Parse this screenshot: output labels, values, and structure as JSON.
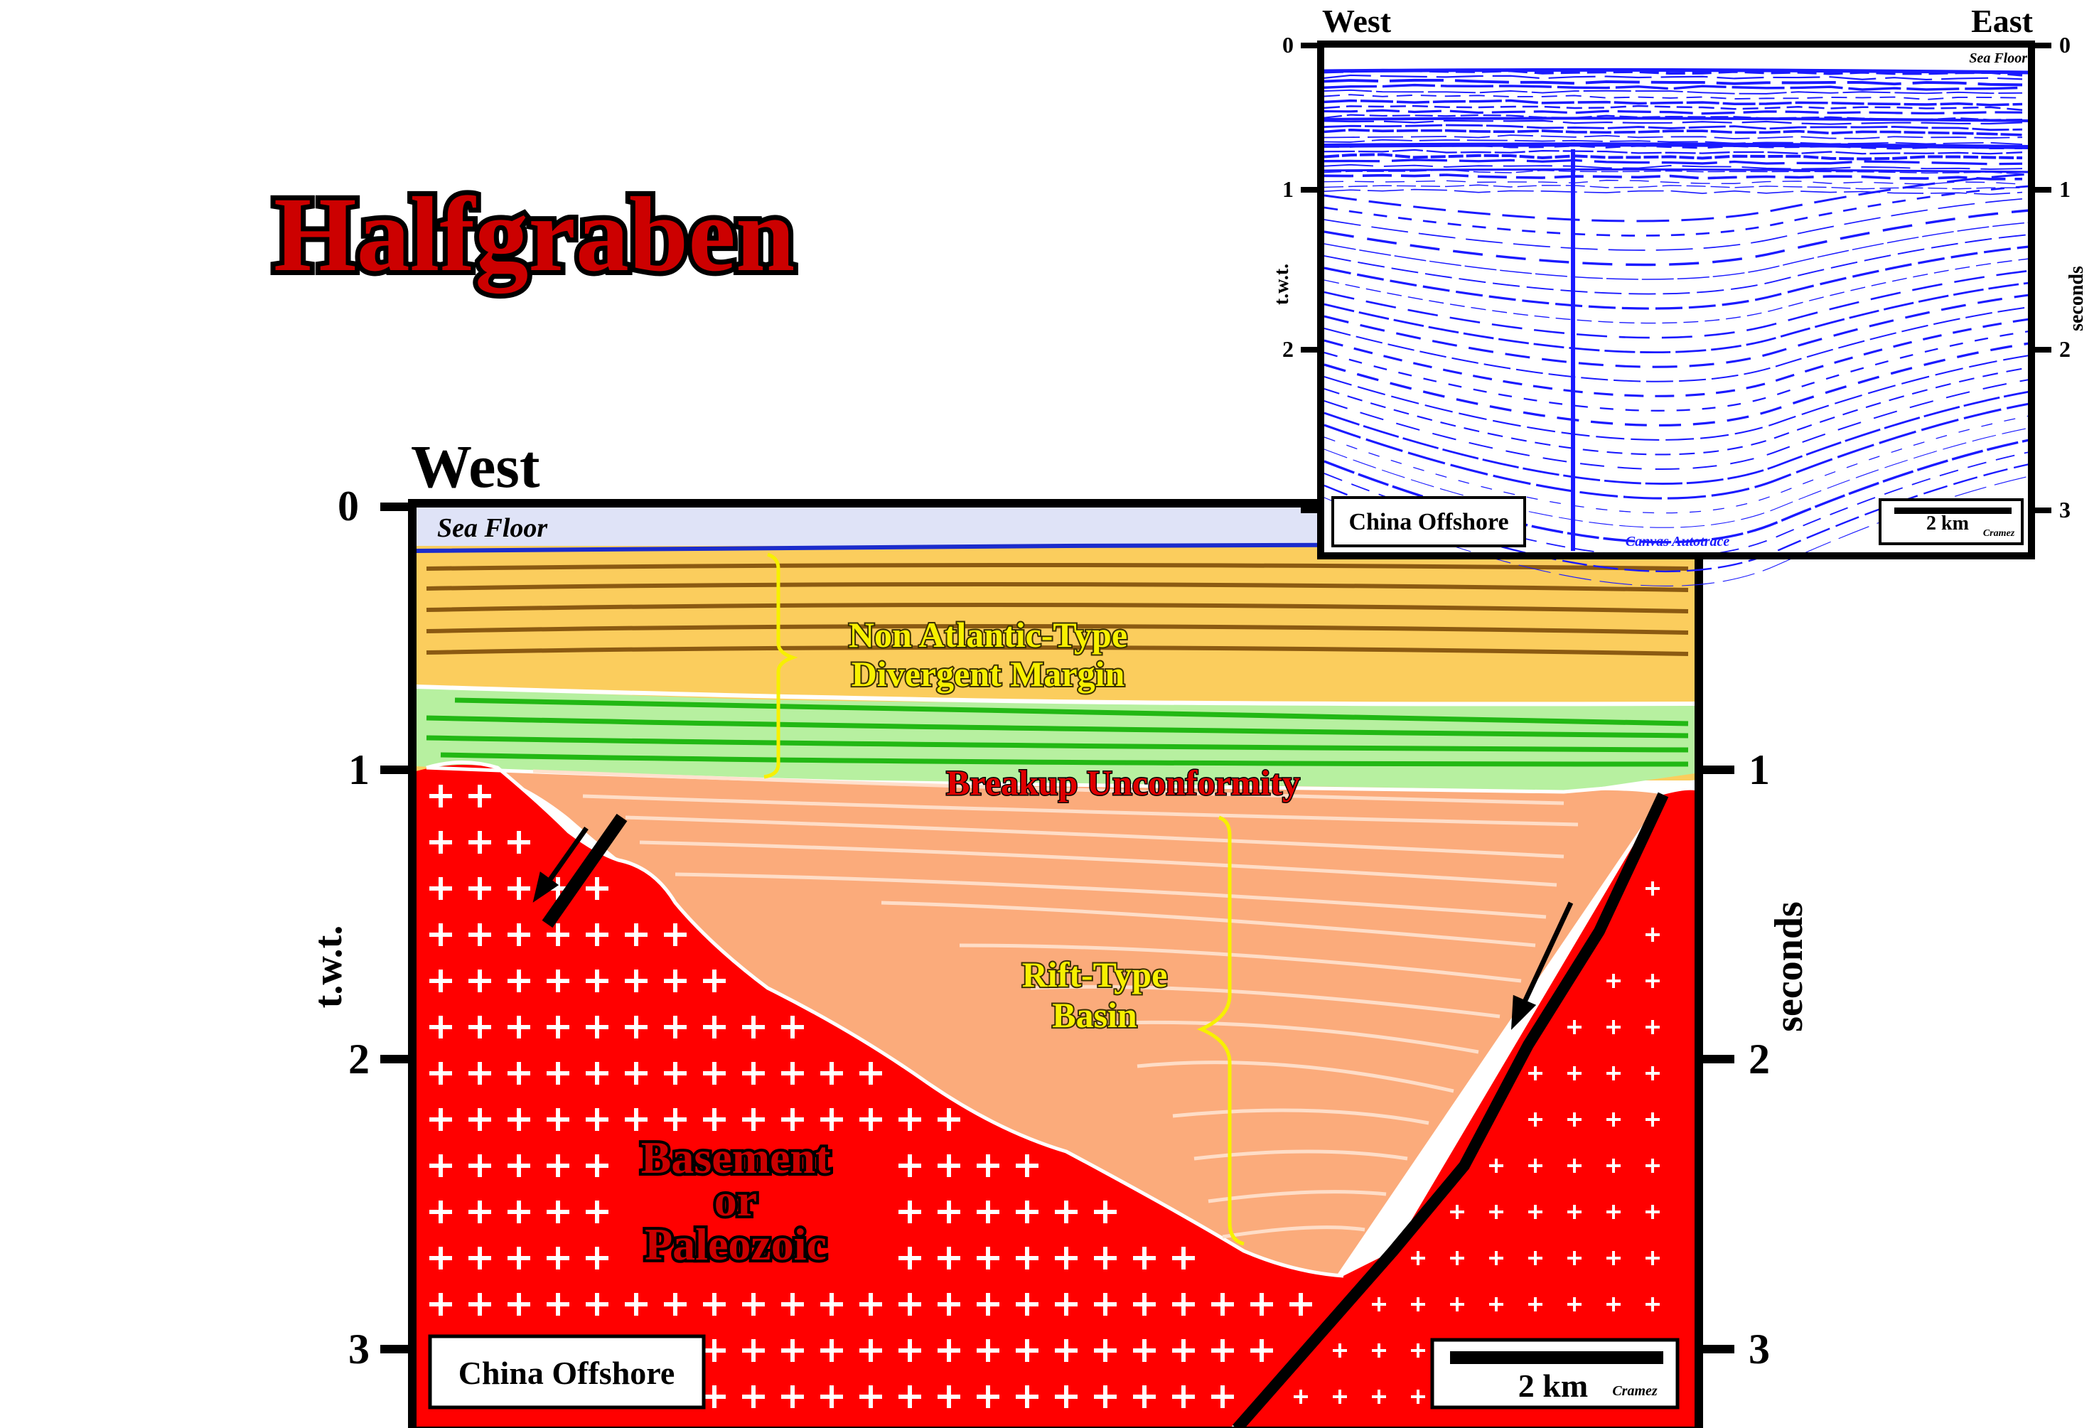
{
  "title": "Halfgraben",
  "main_section": {
    "direction_label": "West",
    "y_axis": {
      "left_label": "t.w.t.",
      "right_label": "seconds",
      "ticks": [
        "0",
        "1",
        "2",
        "3"
      ]
    },
    "labels": {
      "sea_floor": "Sea Floor",
      "margin_line1": "Non Atlantic-Type",
      "margin_line2": "Divergent Margin",
      "unconformity": "Breakup Unconformity",
      "rift_line1": "Rift-Type",
      "rift_line2": "Basin",
      "basement_line1": "Basement",
      "basement_line2": "or",
      "basement_line3": "Paleozoic",
      "location": "China Offshore",
      "scale": "2 km",
      "credit": "Cramez"
    },
    "colors": {
      "water": "#dfe3f7",
      "sea_floor_line": "#1b2ccc",
      "post_rift": "#fbcd5d",
      "post_rift_lines": "#8b5a12",
      "green_band": "#b7f0a0",
      "green_lines": "#22b814",
      "rift_fill": "#fbab7b",
      "rift_lines": "#ffe0cc",
      "basement": "#ff0000"
    }
  },
  "seismic_inset": {
    "west_label": "West",
    "east_label": "East",
    "y_axis": {
      "left_label": "t.w.t.",
      "right_label": "seconds",
      "ticks": [
        "0",
        "1",
        "2",
        "3"
      ]
    },
    "sea_floor": "Sea Floor",
    "location": "China Offshore",
    "scale": "2 km",
    "credit": "Cramez",
    "software": "Canvas Autotrace",
    "reflector_color": "#1a1aff"
  }
}
